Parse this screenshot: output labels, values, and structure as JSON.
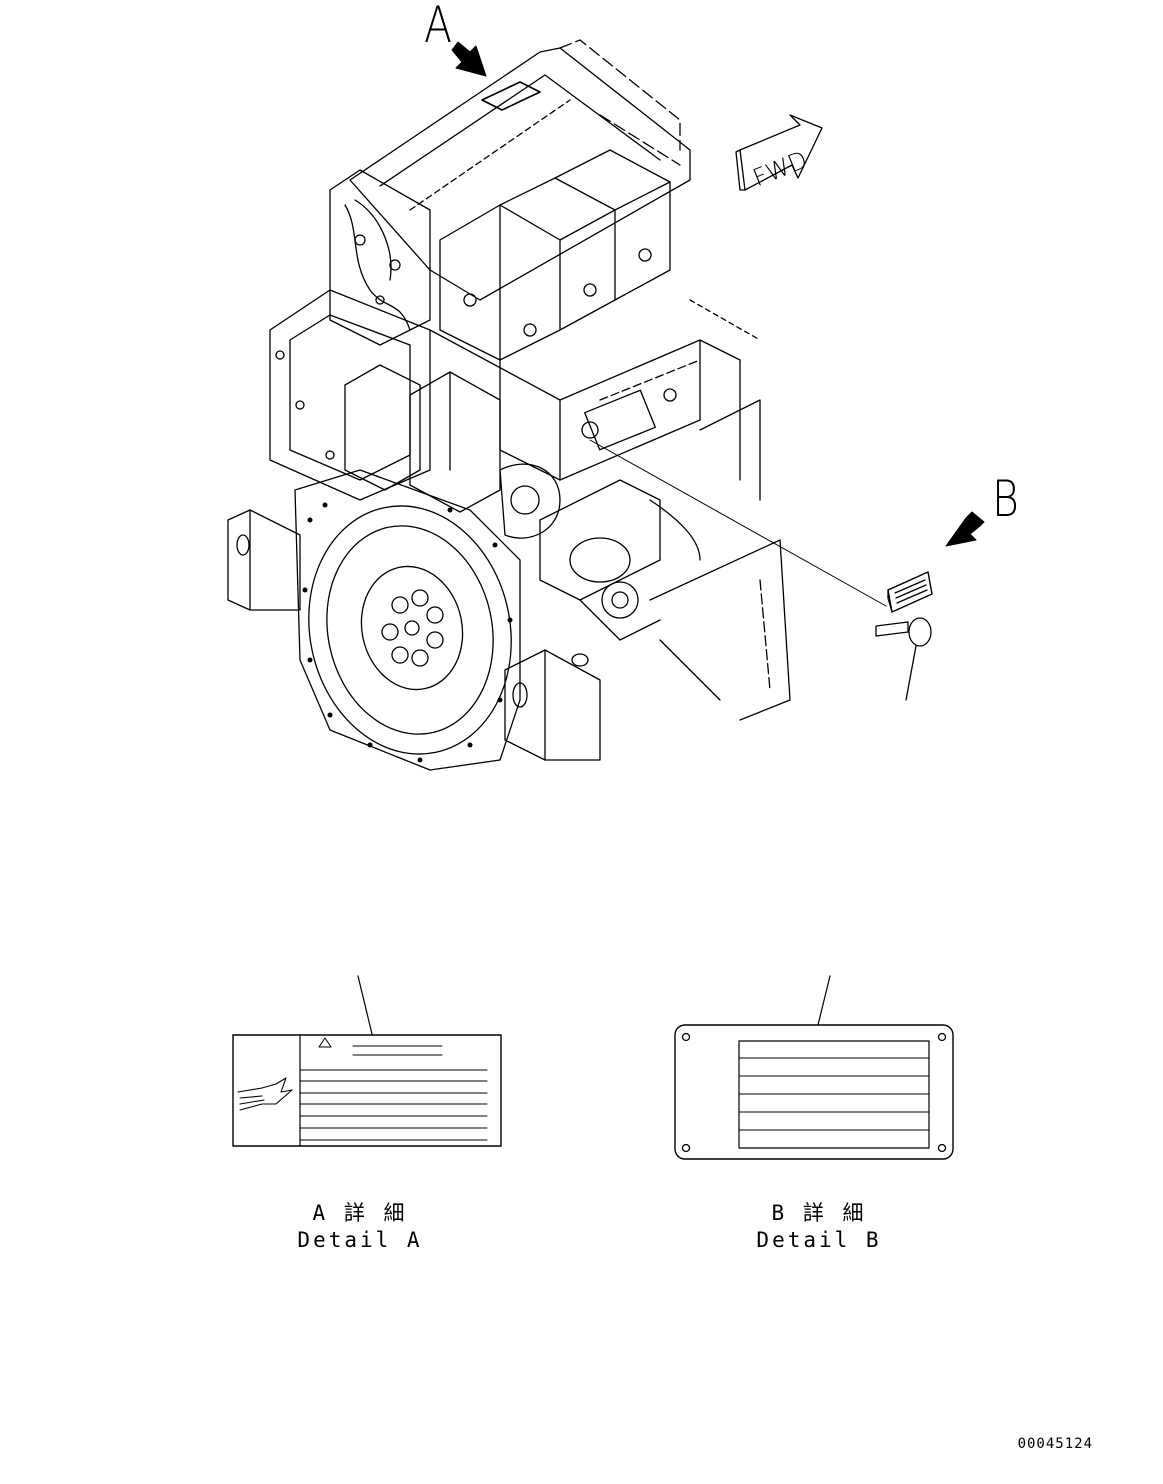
{
  "callouts": {
    "a": "A",
    "b": "B"
  },
  "fwd_label": "FWD",
  "detail_a": {
    "jp": "A 詳 細",
    "en": "Detail A"
  },
  "detail_b": {
    "jp": "B 詳 細",
    "en": "Detail B"
  },
  "doc_number": "00045124"
}
